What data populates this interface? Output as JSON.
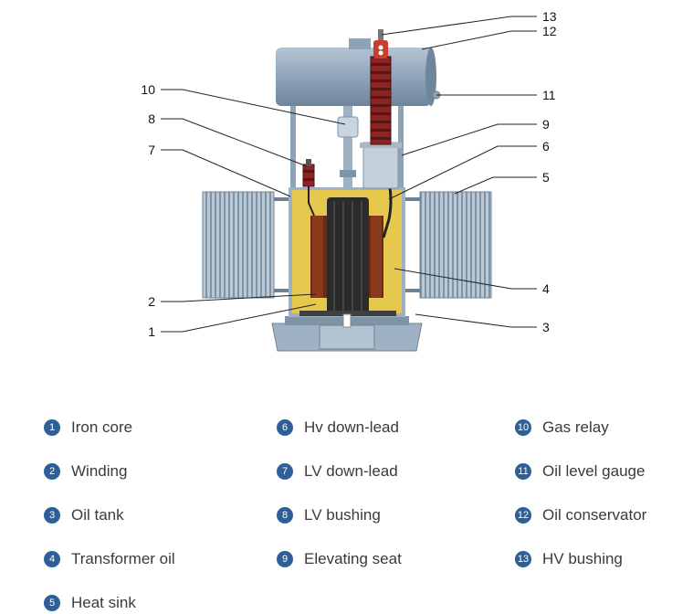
{
  "callouts": [
    "1",
    "2",
    "3",
    "4",
    "5",
    "6",
    "7",
    "8",
    "9",
    "10",
    "11",
    "12",
    "13"
  ],
  "legend": [
    {
      "num": "1",
      "label": "Iron core"
    },
    {
      "num": "2",
      "label": "Winding"
    },
    {
      "num": "3",
      "label": "Oil tank"
    },
    {
      "num": "4",
      "label": "Transformer oil"
    },
    {
      "num": "5",
      "label": "Heat sink"
    },
    {
      "num": "6",
      "label": "Hv down-lead"
    },
    {
      "num": "7",
      "label": "LV down-lead"
    },
    {
      "num": "8",
      "label": "LV bushing"
    },
    {
      "num": "9",
      "label": "Elevating seat"
    },
    {
      "num": "10",
      "label": "Gas relay"
    },
    {
      "num": "11",
      "label": "Oil level gauge"
    },
    {
      "num": "12",
      "label": "Oil conservator"
    },
    {
      "num": "13",
      "label": "HV bushing"
    }
  ],
  "colors": {
    "badge": "#2f5f98",
    "oil": "#e6c84f",
    "steel": "#9eb2c4",
    "winding": "#6b2a14",
    "core": "#2b2b2b",
    "bushing": "#7a1f1f",
    "relay": "#c8402c"
  }
}
